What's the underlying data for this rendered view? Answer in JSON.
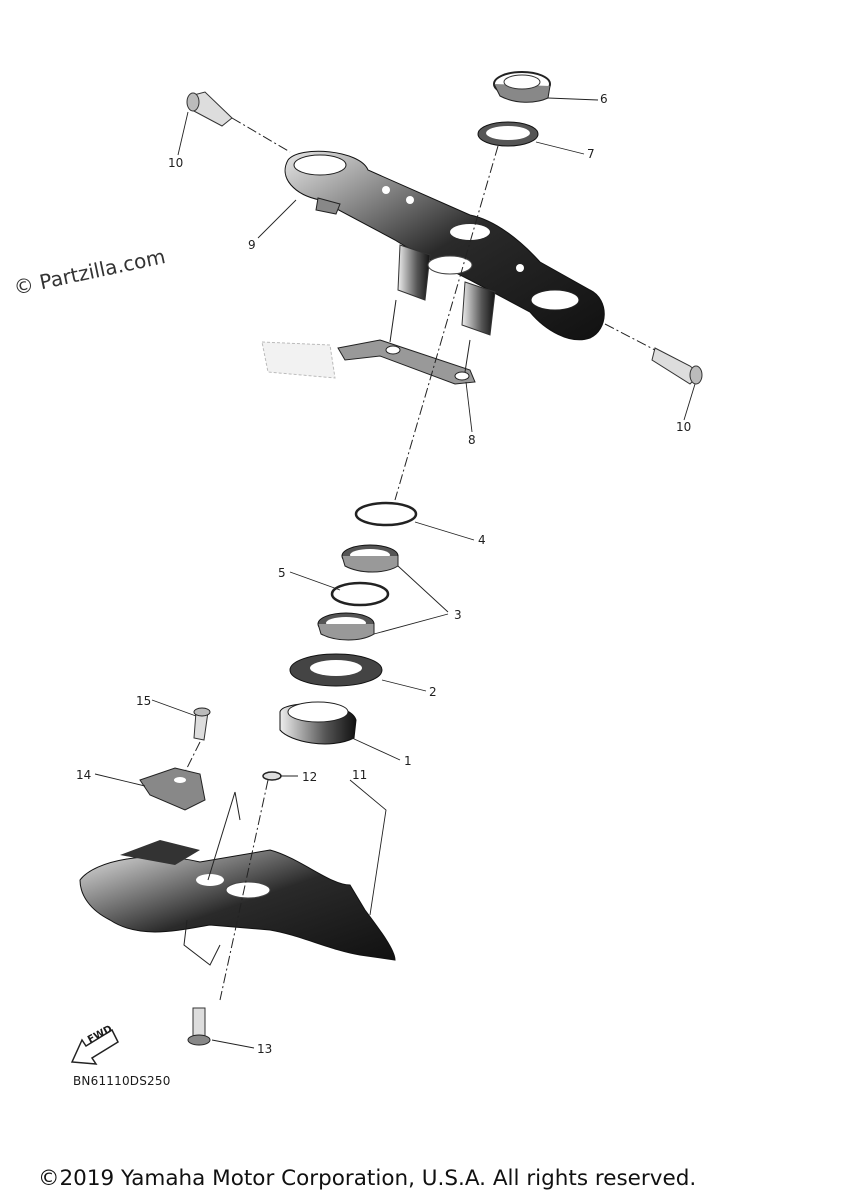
{
  "watermark": "© Partzilla.com",
  "callouts": [
    {
      "id": "1",
      "label": "1"
    },
    {
      "id": "2",
      "label": "2"
    },
    {
      "id": "3",
      "label": "3"
    },
    {
      "id": "4",
      "label": "4"
    },
    {
      "id": "5",
      "label": "5"
    },
    {
      "id": "6",
      "label": "6"
    },
    {
      "id": "7",
      "label": "7"
    },
    {
      "id": "8",
      "label": "8"
    },
    {
      "id": "9",
      "label": "9"
    },
    {
      "id": "10a",
      "label": "10"
    },
    {
      "id": "10b",
      "label": "10"
    },
    {
      "id": "11",
      "label": "11"
    },
    {
      "id": "12",
      "label": "12"
    },
    {
      "id": "13",
      "label": "13"
    },
    {
      "id": "14",
      "label": "14"
    },
    {
      "id": "15",
      "label": "15"
    }
  ],
  "fwd_label": "FWD",
  "diagram_code": "BN61110DS250",
  "copyright": "©2019 Yamaha Motor Corporation, U.S.A. All rights reserved.",
  "colors": {
    "ink": "#1a1a1a",
    "background": "#ffffff"
  }
}
